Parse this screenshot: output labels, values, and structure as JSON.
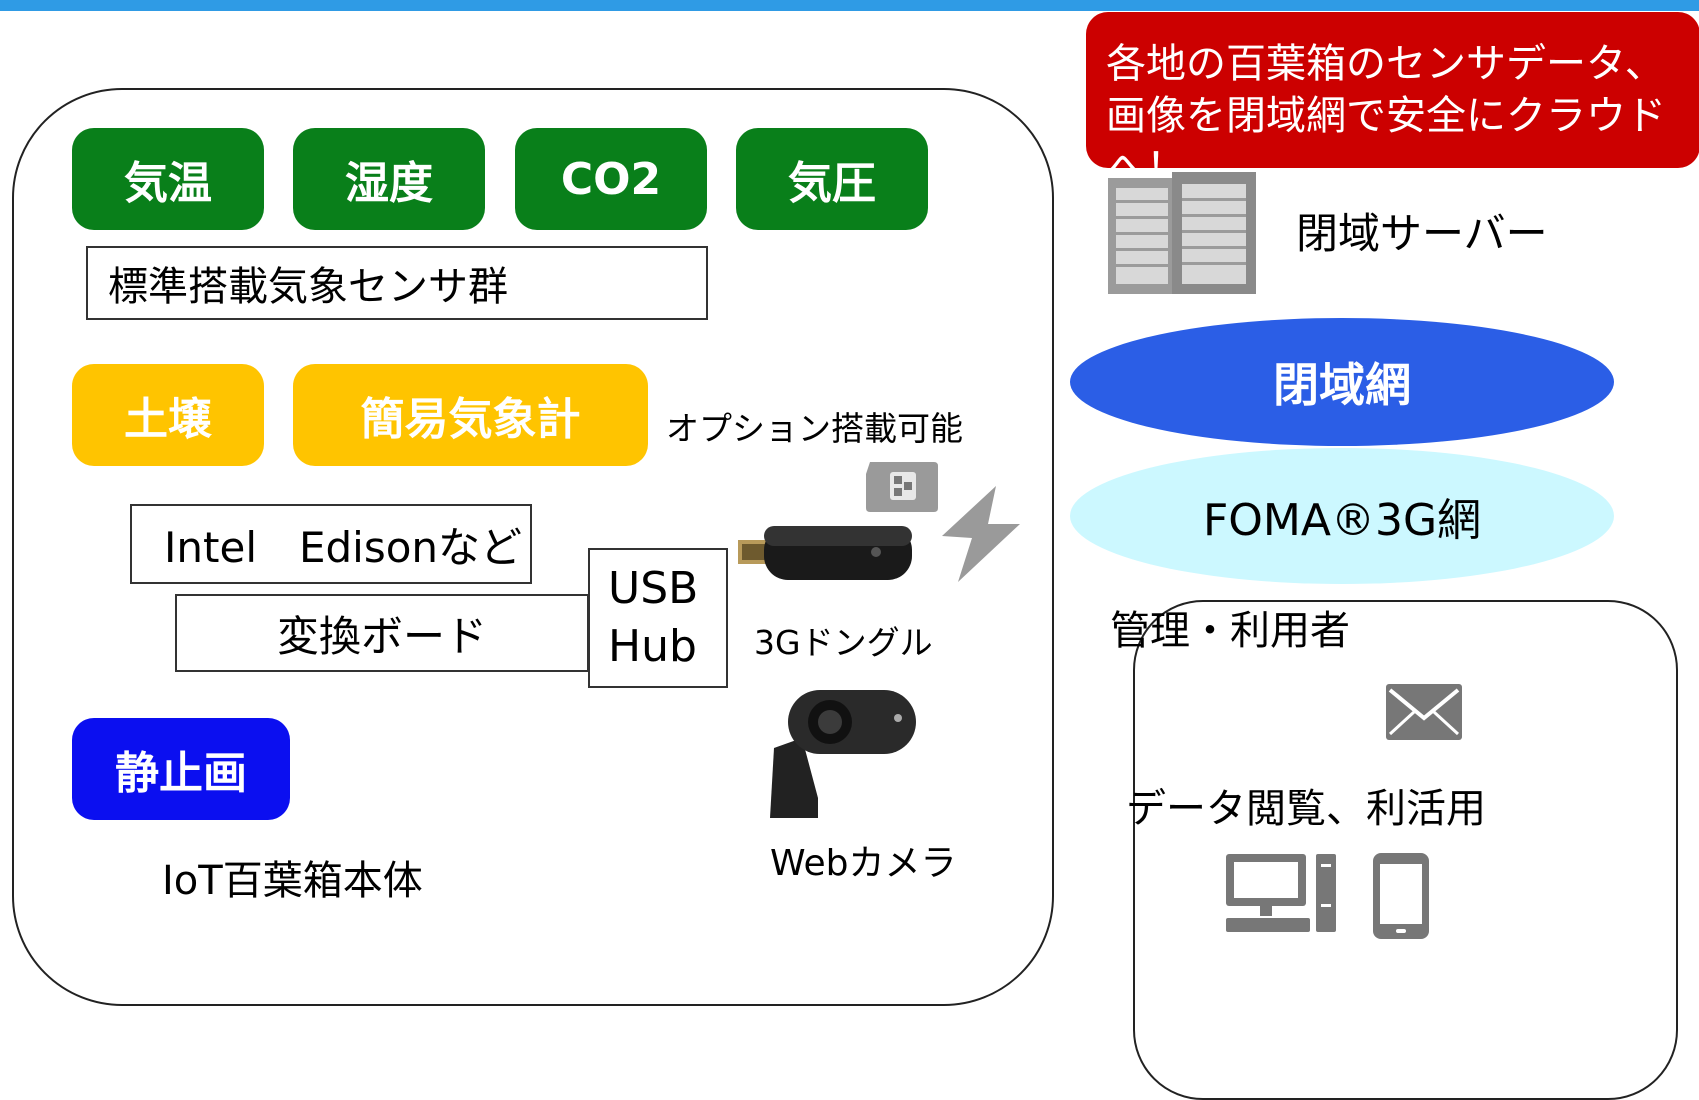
{
  "header": {
    "accent_color": "#2f9be5"
  },
  "callout": {
    "line1": "各地の百葉箱のセンサデータ、",
    "line2": "画像を閉域網で安全にクラウドへ！",
    "color": "#cc0000"
  },
  "cloud": {
    "server_label": "閉域サーバー",
    "server_icon": "server-rack-icon",
    "closed_network": "閉域網",
    "closed_network_color": "#2b5ee6",
    "foma_network": "FOMA®3G網",
    "foma_network_color": "#ccf8ff"
  },
  "device": {
    "title": "IoT百葉箱本体",
    "standard_sensors": {
      "items": [
        "気温",
        "湿度",
        "CO2",
        "気圧"
      ],
      "group_label": "標準搭載気象センサ群",
      "color": "#097f1a"
    },
    "option_sensors": {
      "items": [
        "土壌",
        "簡易気象計"
      ],
      "note": "オプション搭載可能",
      "color": "#ffc400"
    },
    "board": "Intel　Edisonなど",
    "converter": "変換ボード",
    "usb_hub": {
      "line1": "USB",
      "line2": "Hub"
    },
    "still_image": {
      "label": "静止画",
      "color": "#0b0ff0"
    },
    "dongle": {
      "label": "3Gドングル",
      "icon": "usb-3g-dongle-icon"
    },
    "sim_icon": "sim-card-icon",
    "webcam": {
      "label": "Webカメラ",
      "icon": "webcam-icon"
    },
    "wireless_icon": "lightning-bolt-icon"
  },
  "users": {
    "title": "管理・利用者",
    "mail_icon": "mail-icon",
    "caption": "データ閲覧、利活用",
    "pc_icon": "desktop-pc-icon",
    "tablet_icon": "tablet-icon"
  }
}
